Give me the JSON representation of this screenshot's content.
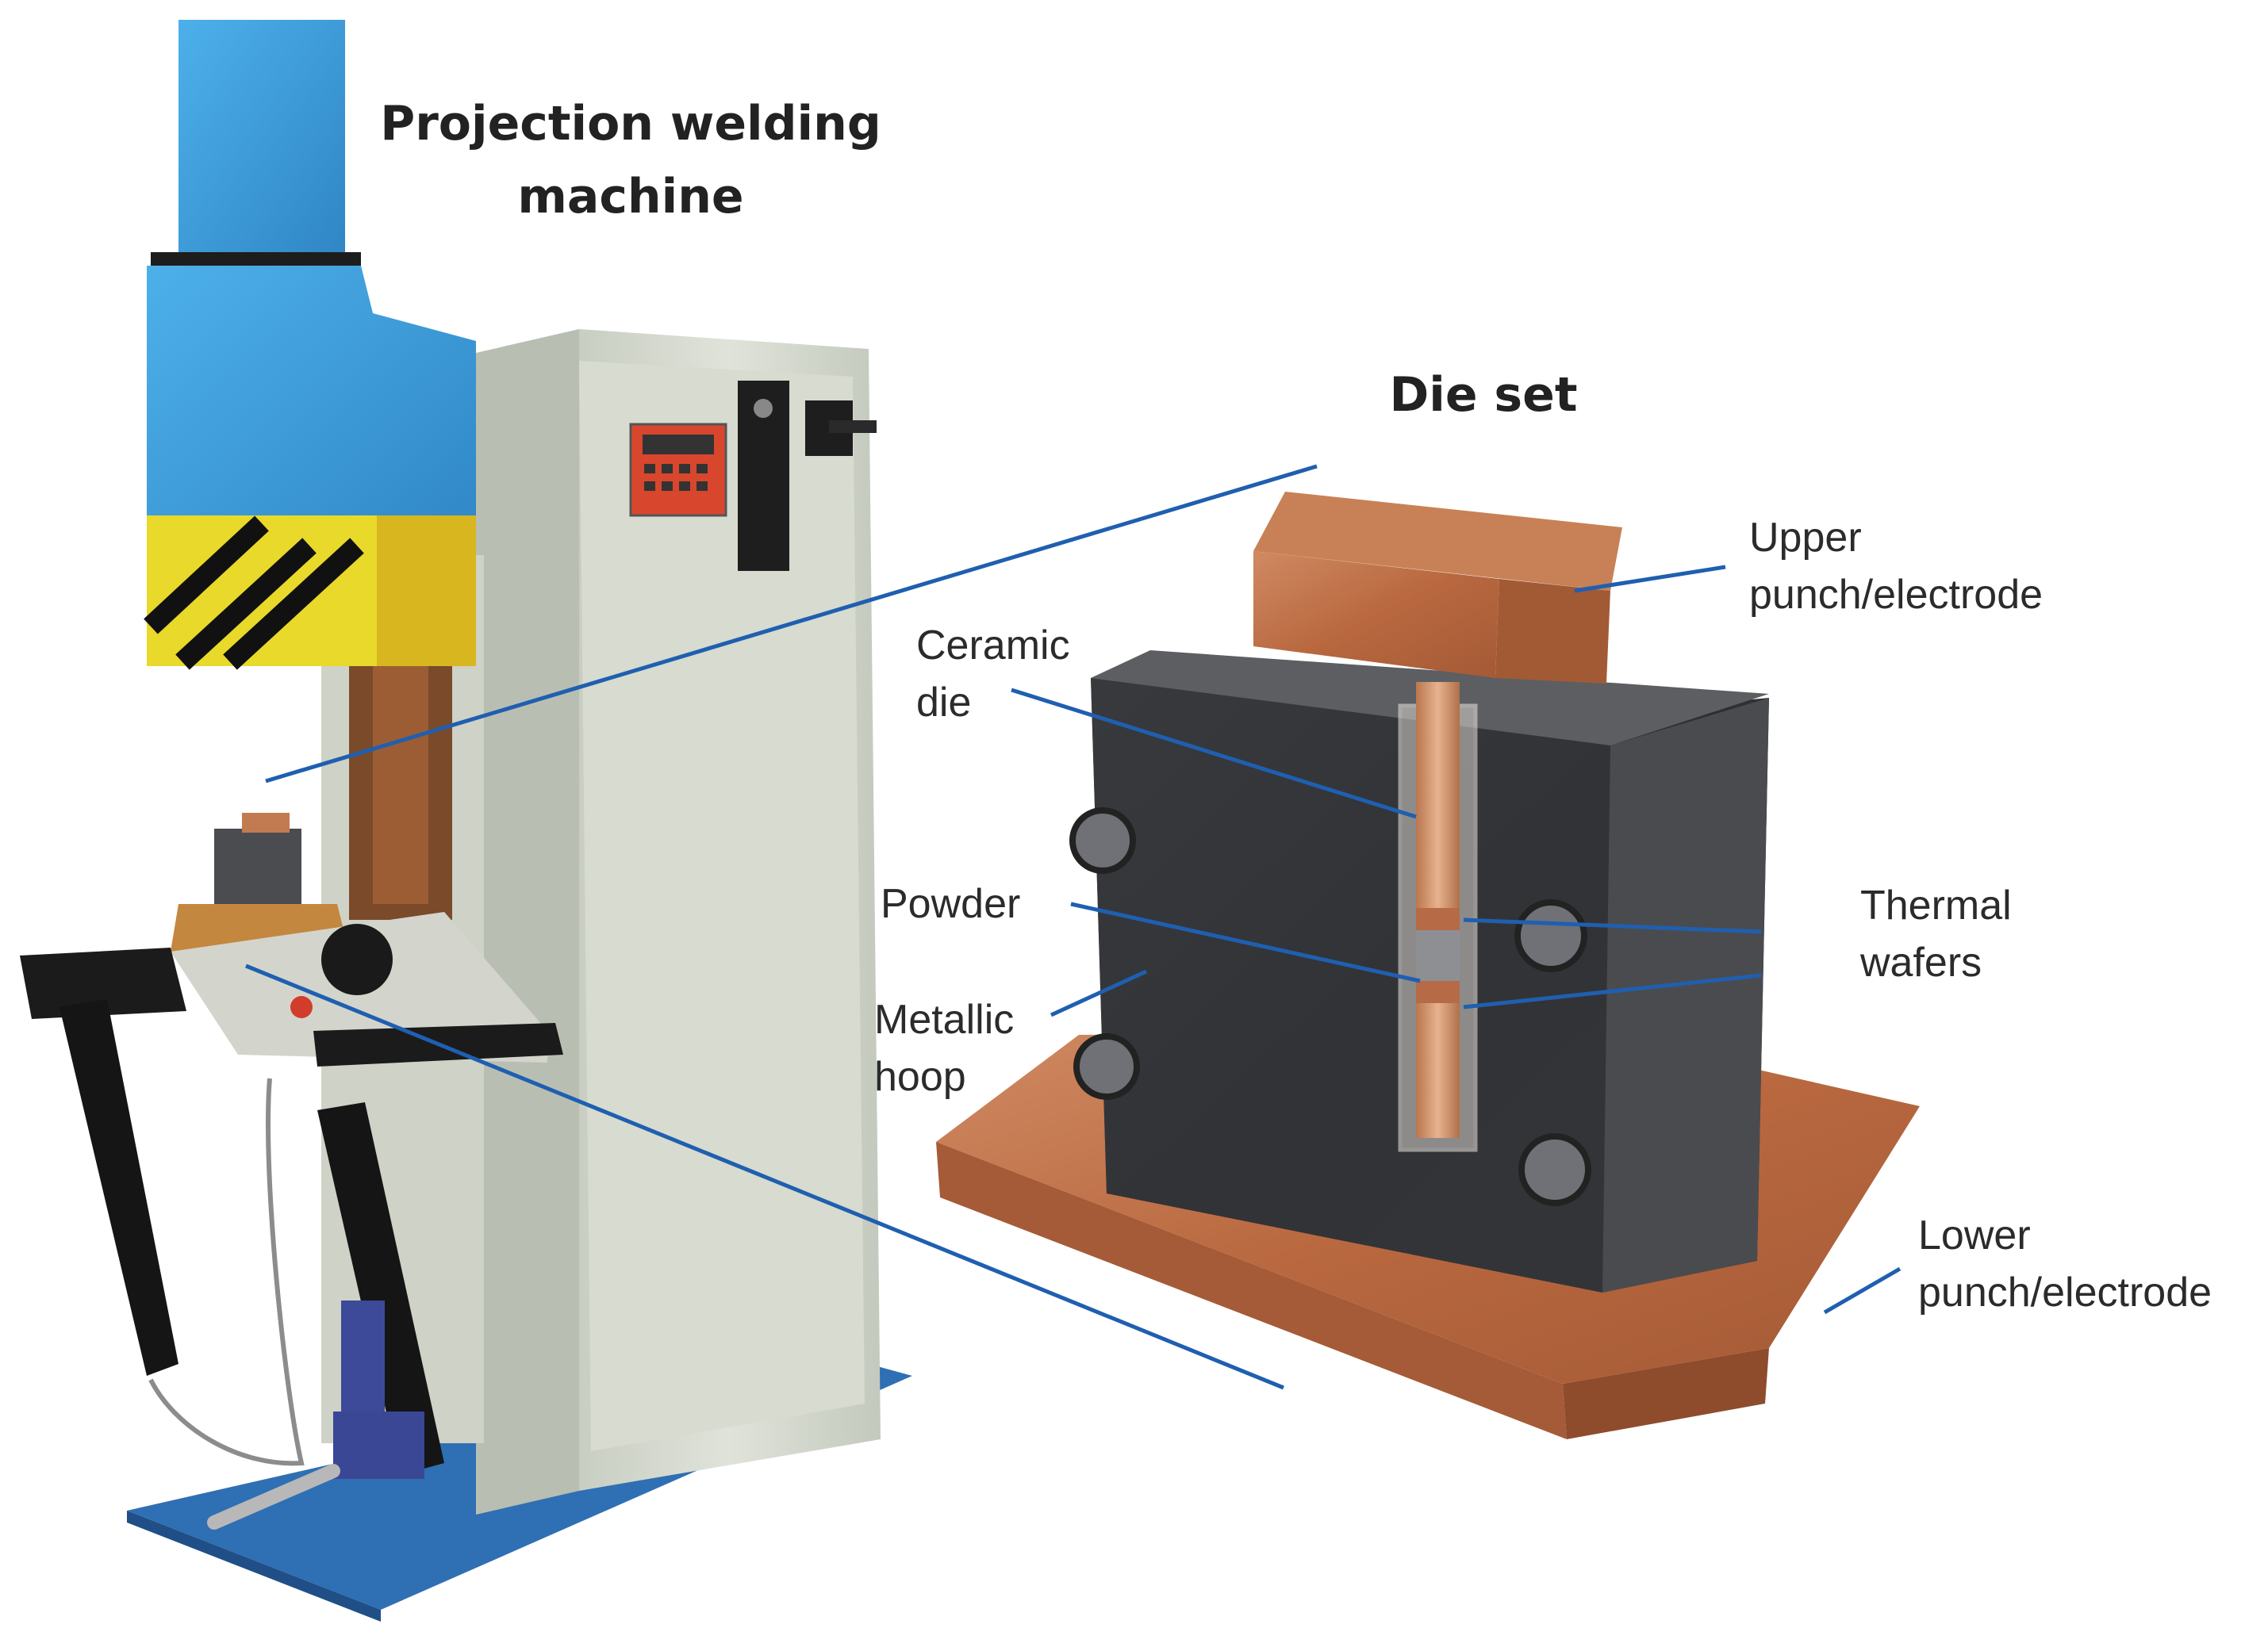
{
  "titles": {
    "machine": [
      "Projection welding",
      "machine"
    ],
    "die_set": "Die set"
  },
  "labels": {
    "upper_punch": [
      "Upper",
      "punch/electrode"
    ],
    "ceramic_die": [
      "Ceramic",
      "die"
    ],
    "powder": "Powder",
    "thermal_wafers": [
      "Thermal",
      "wafers"
    ],
    "metallic_hoop": [
      "Metallic",
      "hoop"
    ],
    "lower_punch": [
      "Lower",
      "punch/electrode"
    ]
  },
  "colors": {
    "leader_line": "#1f5fb0",
    "machine_blue": "#3a9bd8",
    "cabinet": "#d9ddd3",
    "hazard_yellow": "#e8d92a",
    "copper": "#c1714a",
    "steel": "#3a3b3d"
  }
}
